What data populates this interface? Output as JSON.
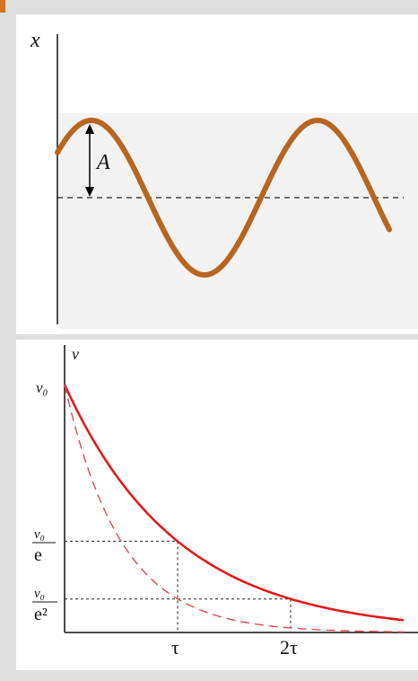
{
  "colors": {
    "accent": "#d4731e",
    "oscillation": "#b8651f",
    "decay_solid": "#e01b1b",
    "decay_dashed": "#e04a4a",
    "page_background": "#dedede"
  },
  "oscillation_diagram": {
    "axis_label": "x",
    "amplitude_label": "A"
  },
  "decay_chart": {
    "axis_label": "v",
    "y_top_label": "v₀",
    "y_mid_numerator": "v₀",
    "y_mid_denominator": "e",
    "y_low_numerator": "v₀",
    "y_low_denominator": "e²",
    "x_tick_1": "τ",
    "x_tick_2": "2τ"
  },
  "chart_data": {
    "type": "line",
    "ylabel": "v",
    "x_ticks": [
      "τ",
      "2τ"
    ],
    "series": [
      {
        "style": "solid",
        "x": [
          0,
          1,
          2,
          3
        ],
        "y": [
          1,
          0.368,
          0.135,
          0.05
        ]
      },
      {
        "style": "dashed",
        "x": [
          0,
          1,
          2,
          3
        ],
        "y": [
          1,
          0.135,
          0.018,
          0.002
        ]
      }
    ]
  }
}
